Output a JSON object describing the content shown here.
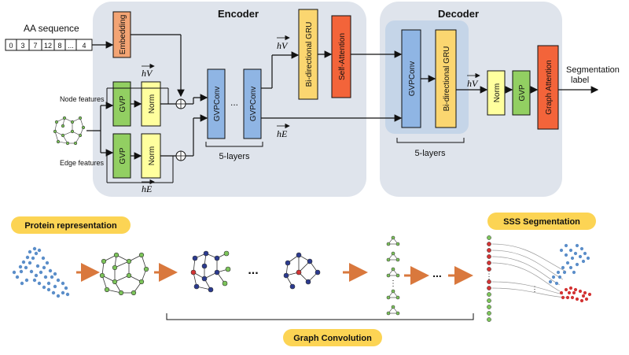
{
  "encoder": {
    "title": "Encoder",
    "aa_sequence_label": "AA sequence",
    "aa_sequence_values": [
      "0",
      "3",
      "7",
      "12",
      "8",
      "...",
      "4"
    ],
    "node_features_label": "Node features",
    "edge_features_label": "Edge features",
    "embedding_label": "Embedding",
    "gvp_label": "GVP",
    "norm_label": "Norm",
    "hv_label": "hV",
    "he_label": "hE",
    "gvpconv_label": "GVPConv",
    "ellipsis": "...",
    "layers_label": "5-layers",
    "bigru_label": "Bi-directional GRU",
    "self_attention_label": "Self-Attention"
  },
  "decoder": {
    "title": "Decoder",
    "gvpconv_label": "GVPConv",
    "bigru_label": "Bi-directional GRU",
    "layers_label": "5-layers",
    "hv_label": "hV",
    "norm_label": "Norm",
    "gvp_label": "GVP",
    "graph_attention_label": "Graph Attention",
    "output_label_line1": "Segmentation",
    "output_label_line2": "label"
  },
  "bottom": {
    "protein_representation": "Protein representation",
    "sss_segmentation": "SSS Segmentation",
    "graph_convolution": "Graph Convolution",
    "ellipsis": "..."
  },
  "colors": {
    "panel": "#dfe4ec",
    "decoder_inner": "#c5d5e8",
    "embedding": "#f3a474",
    "gvp": "#92cf62",
    "norm": "#ffff9e",
    "gvpconv": "#8fb5e4",
    "bigru": "#fbd670",
    "attention": "#f3643a",
    "pill": "#fcd454",
    "arrow_orange": "#d9783d",
    "protein_blue": "#5b8ec9",
    "protein_red": "#d33434"
  }
}
